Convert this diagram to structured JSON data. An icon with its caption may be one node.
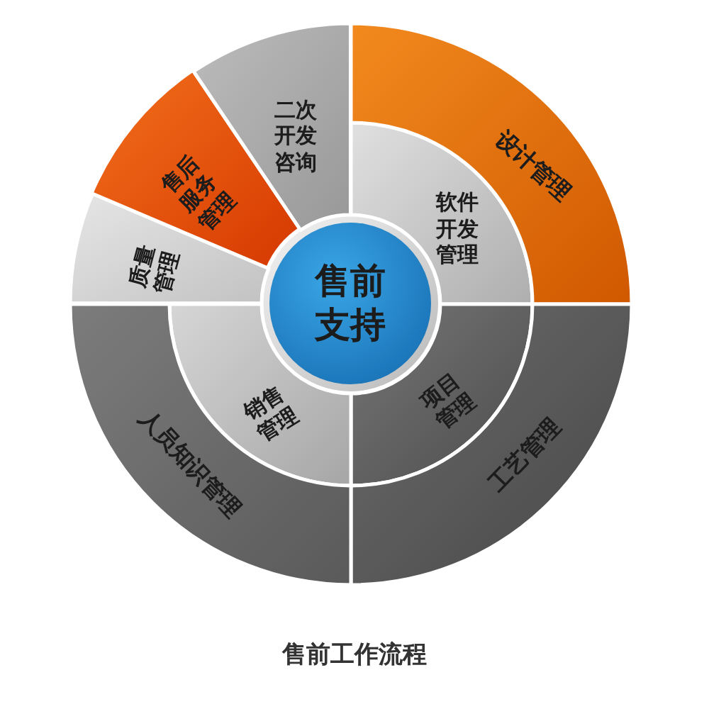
{
  "diagram": {
    "caption": "售前工作流程",
    "nodes": [
      {
        "text": [
          "售前支持"
        ]
      },
      {
        "text": [
          "软件开发管理"
        ]
      },
      {
        "text": [
          "项目管理"
        ]
      },
      {
        "text": [
          "销售管理"
        ]
      },
      {
        "text": [
          "设计管理"
        ]
      },
      {
        "text": [
          "工艺管理"
        ]
      },
      {
        "text": [
          "人员知识管理"
        ]
      },
      {
        "text": [
          "质量管理"
        ]
      },
      {
        "text": [
          "售后服务管理"
        ]
      },
      {
        "text": [
          "二次开发咨询"
        ]
      }
    ]
  }
}
